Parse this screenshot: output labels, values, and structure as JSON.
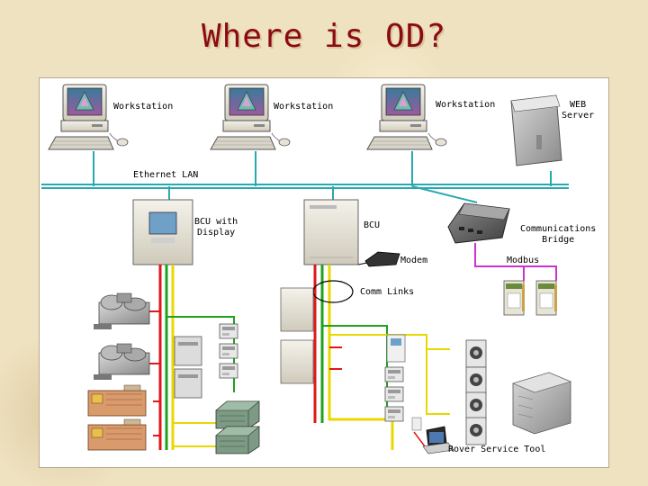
{
  "title": "Where is OD?",
  "colors": {
    "title": "#8b0a14",
    "lan": "#2aa8b0",
    "link_red": "#e01818",
    "link_green": "#1ea21e",
    "link_yellow": "#e8d800",
    "link_magenta": "#cc33cc",
    "background": "#efe2c0"
  },
  "labels": {
    "workstation_1": "Workstation",
    "workstation_2": "Workstation",
    "workstation_3": "Workstation",
    "web_server": "WEB\nServer",
    "ethernet": "Ethernet LAN",
    "bcu_display": "BCU with\nDisplay",
    "bcu": "BCU",
    "comm_bridge": "Communications\nBridge",
    "modem": "Modem",
    "modbus": "Modbus",
    "comm_links": "Comm Links",
    "rover": "Rover Service Tool"
  },
  "icons": [
    "workstation-icon",
    "web-server-icon",
    "bcu-display-icon",
    "bcu-icon",
    "comm-bridge-icon",
    "modem-icon",
    "modbus-device-icon",
    "chiller-icon",
    "air-handler-icon",
    "rooftop-unit-icon",
    "boiler-icon",
    "controller-icon",
    "vav-box-icon",
    "fan-coil-icon",
    "laptop-icon",
    "cooling-tower-icon"
  ]
}
